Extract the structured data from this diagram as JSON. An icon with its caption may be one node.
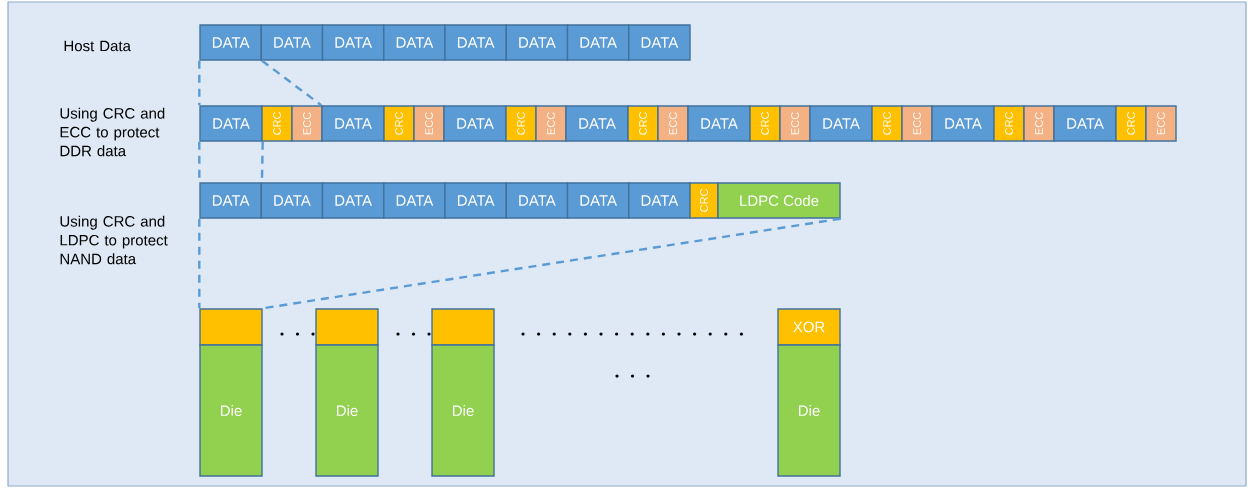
{
  "diagram": {
    "nodes": [
      {
        "text": [
          "DATA"
        ]
      },
      {
        "text": [
          "DATA"
        ]
      },
      {
        "text": [
          "DATA"
        ]
      },
      {
        "text": [
          "DATA"
        ]
      },
      {
        "text": [
          "DATA"
        ]
      },
      {
        "text": [
          "DATA"
        ]
      },
      {
        "text": [
          "DATA"
        ]
      },
      {
        "text": [
          "DATA"
        ]
      },
      {
        "text": [
          "DATA"
        ]
      },
      {
        "text": [
          "CRC"
        ]
      },
      {
        "text": [
          "ECC"
        ]
      },
      {
        "text": [
          "DATA"
        ]
      },
      {
        "text": [
          "CRC"
        ]
      },
      {
        "text": [
          "ECC"
        ]
      },
      {
        "text": [
          "DATA"
        ]
      },
      {
        "text": [
          "CRC"
        ]
      },
      {
        "text": [
          "ECC"
        ]
      },
      {
        "text": [
          "DATA"
        ]
      },
      {
        "text": [
          "CRC"
        ]
      },
      {
        "text": [
          "ECC"
        ]
      },
      {
        "text": [
          "DATA"
        ]
      },
      {
        "text": [
          "CRC"
        ]
      },
      {
        "text": [
          "ECC"
        ]
      },
      {
        "text": [
          "DATA"
        ]
      },
      {
        "text": [
          "CRC"
        ]
      },
      {
        "text": [
          "ECC"
        ]
      },
      {
        "text": [
          "DATA"
        ]
      },
      {
        "text": [
          "CRC"
        ]
      },
      {
        "text": [
          "ECC"
        ]
      },
      {
        "text": [
          "DATA"
        ]
      },
      {
        "text": [
          "CRC"
        ]
      },
      {
        "text": [
          "ECC"
        ]
      },
      {
        "text": [
          "DATA"
        ]
      },
      {
        "text": [
          "DATA"
        ]
      },
      {
        "text": [
          "DATA"
        ]
      },
      {
        "text": [
          "DATA"
        ]
      },
      {
        "text": [
          "DATA"
        ]
      },
      {
        "text": [
          "DATA"
        ]
      },
      {
        "text": [
          "DATA"
        ]
      },
      {
        "text": [
          "DATA"
        ]
      },
      {
        "text": [
          "CRC"
        ]
      },
      {
        "text": [
          "LDPC Code"
        ]
      },
      {
        "text": [],
        "shape": "box"
      },
      {
        "text": [
          "Die"
        ]
      },
      {
        "text": [],
        "shape": "box"
      },
      {
        "text": [
          "Die"
        ]
      },
      {
        "text": [],
        "shape": "box"
      },
      {
        "text": [
          "Die"
        ]
      },
      {
        "text": [
          "XOR"
        ]
      },
      {
        "text": [
          "Die"
        ]
      }
    ],
    "edges": [
      {
        "from": 0,
        "to": 8,
        "arrow": "none",
        "style": "dashed"
      },
      {
        "from": 0,
        "to": 11,
        "arrow": "none",
        "style": "dashed"
      },
      {
        "from": 8,
        "to": 32,
        "arrow": "none",
        "style": "dashed"
      },
      {
        "from": 8,
        "to": 32,
        "arrow": "none",
        "style": "dashed"
      },
      {
        "from": 32,
        "to": 42,
        "arrow": "none",
        "style": "dashed"
      },
      {
        "from": 41,
        "to": 42,
        "arrow": "none",
        "style": "dashed"
      }
    ],
    "labels": [
      "Host Data",
      "Using CRC and ECC to protect DDR data",
      "Using CRC and LDPC to protect NAND data"
    ]
  }
}
